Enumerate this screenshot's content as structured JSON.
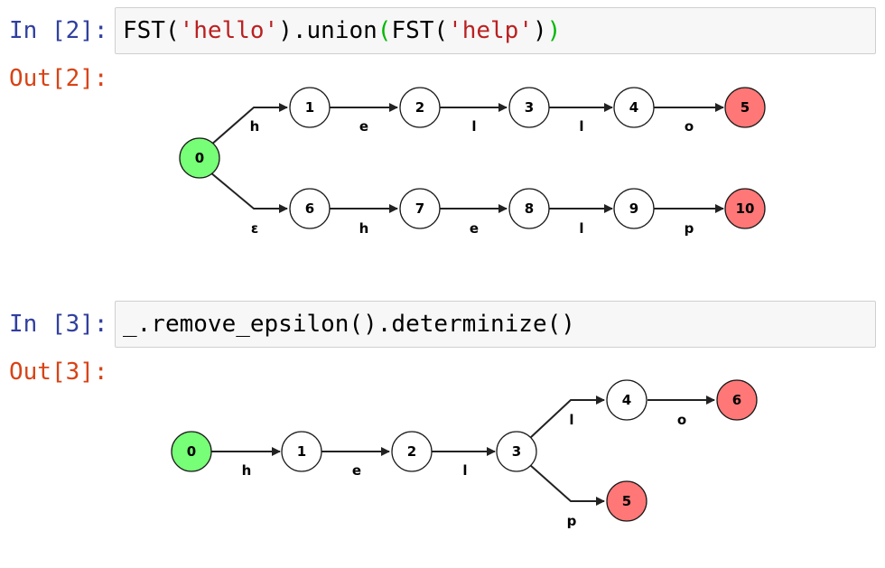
{
  "colors": {
    "start_state": "#77ff77",
    "final_state": "#ff7777",
    "normal_state": "#ffffff"
  },
  "cells": [
    {
      "in_prompt": "In [2]:",
      "out_prompt": "Out[2]:",
      "code": {
        "t1": "FST(",
        "t2": "'hello'",
        "t3": ").union",
        "t4": "(",
        "t5": "FST(",
        "t6": "'help'",
        "t7": ")",
        "t8": ")"
      },
      "graph": {
        "states": [
          {
            "label": "0",
            "kind": "start"
          },
          {
            "label": "1",
            "kind": "normal"
          },
          {
            "label": "2",
            "kind": "normal"
          },
          {
            "label": "3",
            "kind": "normal"
          },
          {
            "label": "4",
            "kind": "normal"
          },
          {
            "label": "5",
            "kind": "final"
          },
          {
            "label": "6",
            "kind": "normal"
          },
          {
            "label": "7",
            "kind": "normal"
          },
          {
            "label": "8",
            "kind": "normal"
          },
          {
            "label": "9",
            "kind": "normal"
          },
          {
            "label": "10",
            "kind": "final"
          }
        ],
        "edges": [
          {
            "from": "0",
            "to": "1",
            "label": "h"
          },
          {
            "from": "1",
            "to": "2",
            "label": "e"
          },
          {
            "from": "2",
            "to": "3",
            "label": "l"
          },
          {
            "from": "3",
            "to": "4",
            "label": "l"
          },
          {
            "from": "4",
            "to": "5",
            "label": "o"
          },
          {
            "from": "0",
            "to": "6",
            "label": "ε"
          },
          {
            "from": "6",
            "to": "7",
            "label": "h"
          },
          {
            "from": "7",
            "to": "8",
            "label": "e"
          },
          {
            "from": "8",
            "to": "9",
            "label": "l"
          },
          {
            "from": "9",
            "to": "10",
            "label": "p"
          }
        ]
      }
    },
    {
      "in_prompt": "In [3]:",
      "out_prompt": "Out[3]:",
      "code": {
        "t1": "_.remove_epsilon().determinize()"
      },
      "graph": {
        "states": [
          {
            "label": "0",
            "kind": "start"
          },
          {
            "label": "1",
            "kind": "normal"
          },
          {
            "label": "2",
            "kind": "normal"
          },
          {
            "label": "3",
            "kind": "normal"
          },
          {
            "label": "4",
            "kind": "normal"
          },
          {
            "label": "6",
            "kind": "final"
          },
          {
            "label": "5",
            "kind": "final"
          }
        ],
        "edges": [
          {
            "from": "0",
            "to": "1",
            "label": "h"
          },
          {
            "from": "1",
            "to": "2",
            "label": "e"
          },
          {
            "from": "2",
            "to": "3",
            "label": "l"
          },
          {
            "from": "3",
            "to": "4",
            "label": "l"
          },
          {
            "from": "4",
            "to": "6",
            "label": "o"
          },
          {
            "from": "3",
            "to": "5",
            "label": "p"
          }
        ]
      }
    }
  ]
}
